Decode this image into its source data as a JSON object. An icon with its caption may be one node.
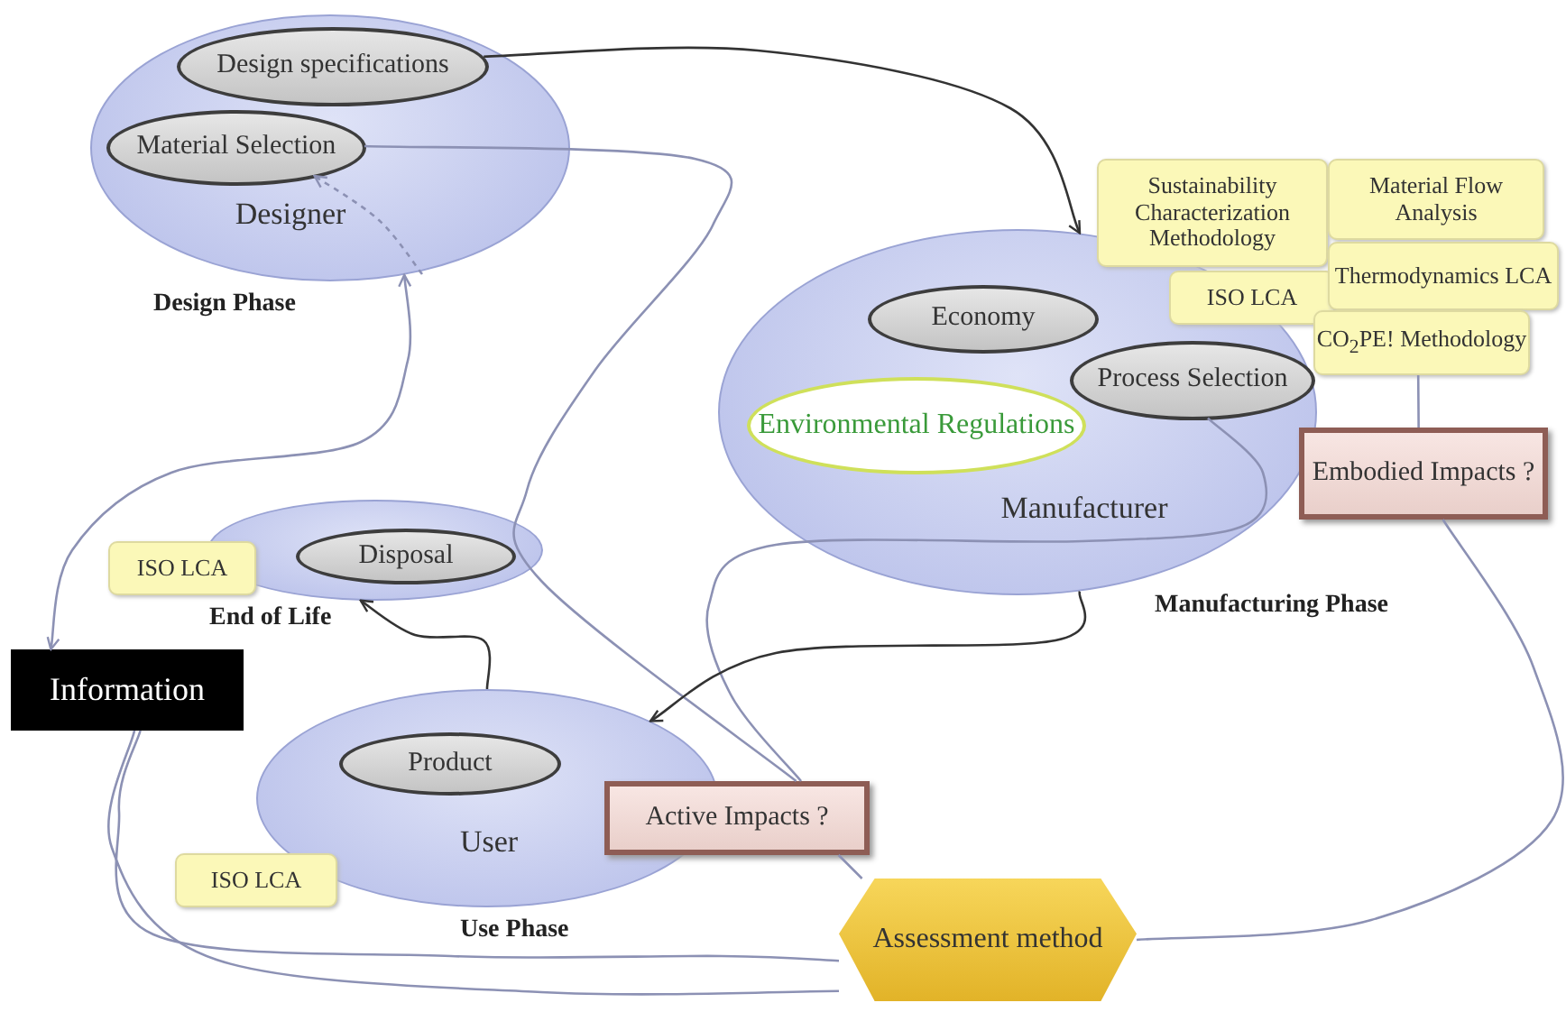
{
  "diagram": {
    "nodes": [
      {
        "text": [
          "Designer"
        ],
        "beside": [
          "Design Phase"
        ]
      },
      {
        "text": [
          "Design specifications"
        ],
        "in": 0
      },
      {
        "text": [
          "Material Selection"
        ],
        "in": 0
      },
      {
        "text": [
          "Manufacturer"
        ],
        "beside": [
          "Manufacturing Phase"
        ]
      },
      {
        "text": [
          "Economy"
        ],
        "in": 3
      },
      {
        "text": [
          "Process Selection"
        ],
        "in": 3
      },
      {
        "text": [
          "Environmental Regulations"
        ],
        "in": 3
      },
      {
        "text": [
          "Sustainability Characterization Methodology"
        ]
      },
      {
        "text": [
          "Material Flow Analysis"
        ]
      },
      {
        "text": [
          "ISO LCA"
        ]
      },
      {
        "text": [
          "Thermodynamics LCA"
        ]
      },
      {
        "text": [
          "CO$_{2}$PE! Methodology"
        ]
      },
      {
        "text": [
          "Embodied Impacts ?"
        ]
      },
      {
        "text": [],
        "shape": "ellipse",
        "beside": [
          "End of Life"
        ]
      },
      {
        "text": [
          "Disposal"
        ],
        "in": 13
      },
      {
        "text": [
          "ISO LCA"
        ]
      },
      {
        "text": [
          "Information"
        ]
      },
      {
        "text": [
          "User"
        ],
        "beside": [
          "Use Phase"
        ]
      },
      {
        "text": [
          "Product"
        ],
        "in": 17
      },
      {
        "text": [
          "Active Impacts ?"
        ]
      },
      {
        "text": [
          "ISO LCA"
        ]
      },
      {
        "text": [
          "Assessment method"
        ]
      }
    ],
    "edges": [
      {
        "from": 1,
        "to": 3,
        "arrow": "to",
        "color": "#333333"
      },
      {
        "from": 2,
        "to": 19,
        "arrow": "none"
      },
      {
        "from": 5,
        "to": 19,
        "arrow": "none"
      },
      {
        "from": 11,
        "to": 12,
        "arrow": "none"
      },
      {
        "from": 12,
        "to": 21,
        "arrow": "none"
      },
      {
        "from": 19,
        "to": 21,
        "arrow": "none"
      },
      {
        "from": 16,
        "to": 21,
        "arrow": "none"
      },
      {
        "from": 16,
        "to": 21,
        "arrow": "none"
      },
      {
        "from": 0,
        "to": 16,
        "arrow": "both"
      },
      {
        "from": null,
        "to": 2,
        "arrow": "to",
        "style": "dashed"
      },
      {
        "from": 3,
        "to": 17,
        "arrow": "to",
        "color": "#333333"
      },
      {
        "from": 17,
        "to": 13,
        "arrow": "to",
        "color": "#333333"
      }
    ]
  }
}
